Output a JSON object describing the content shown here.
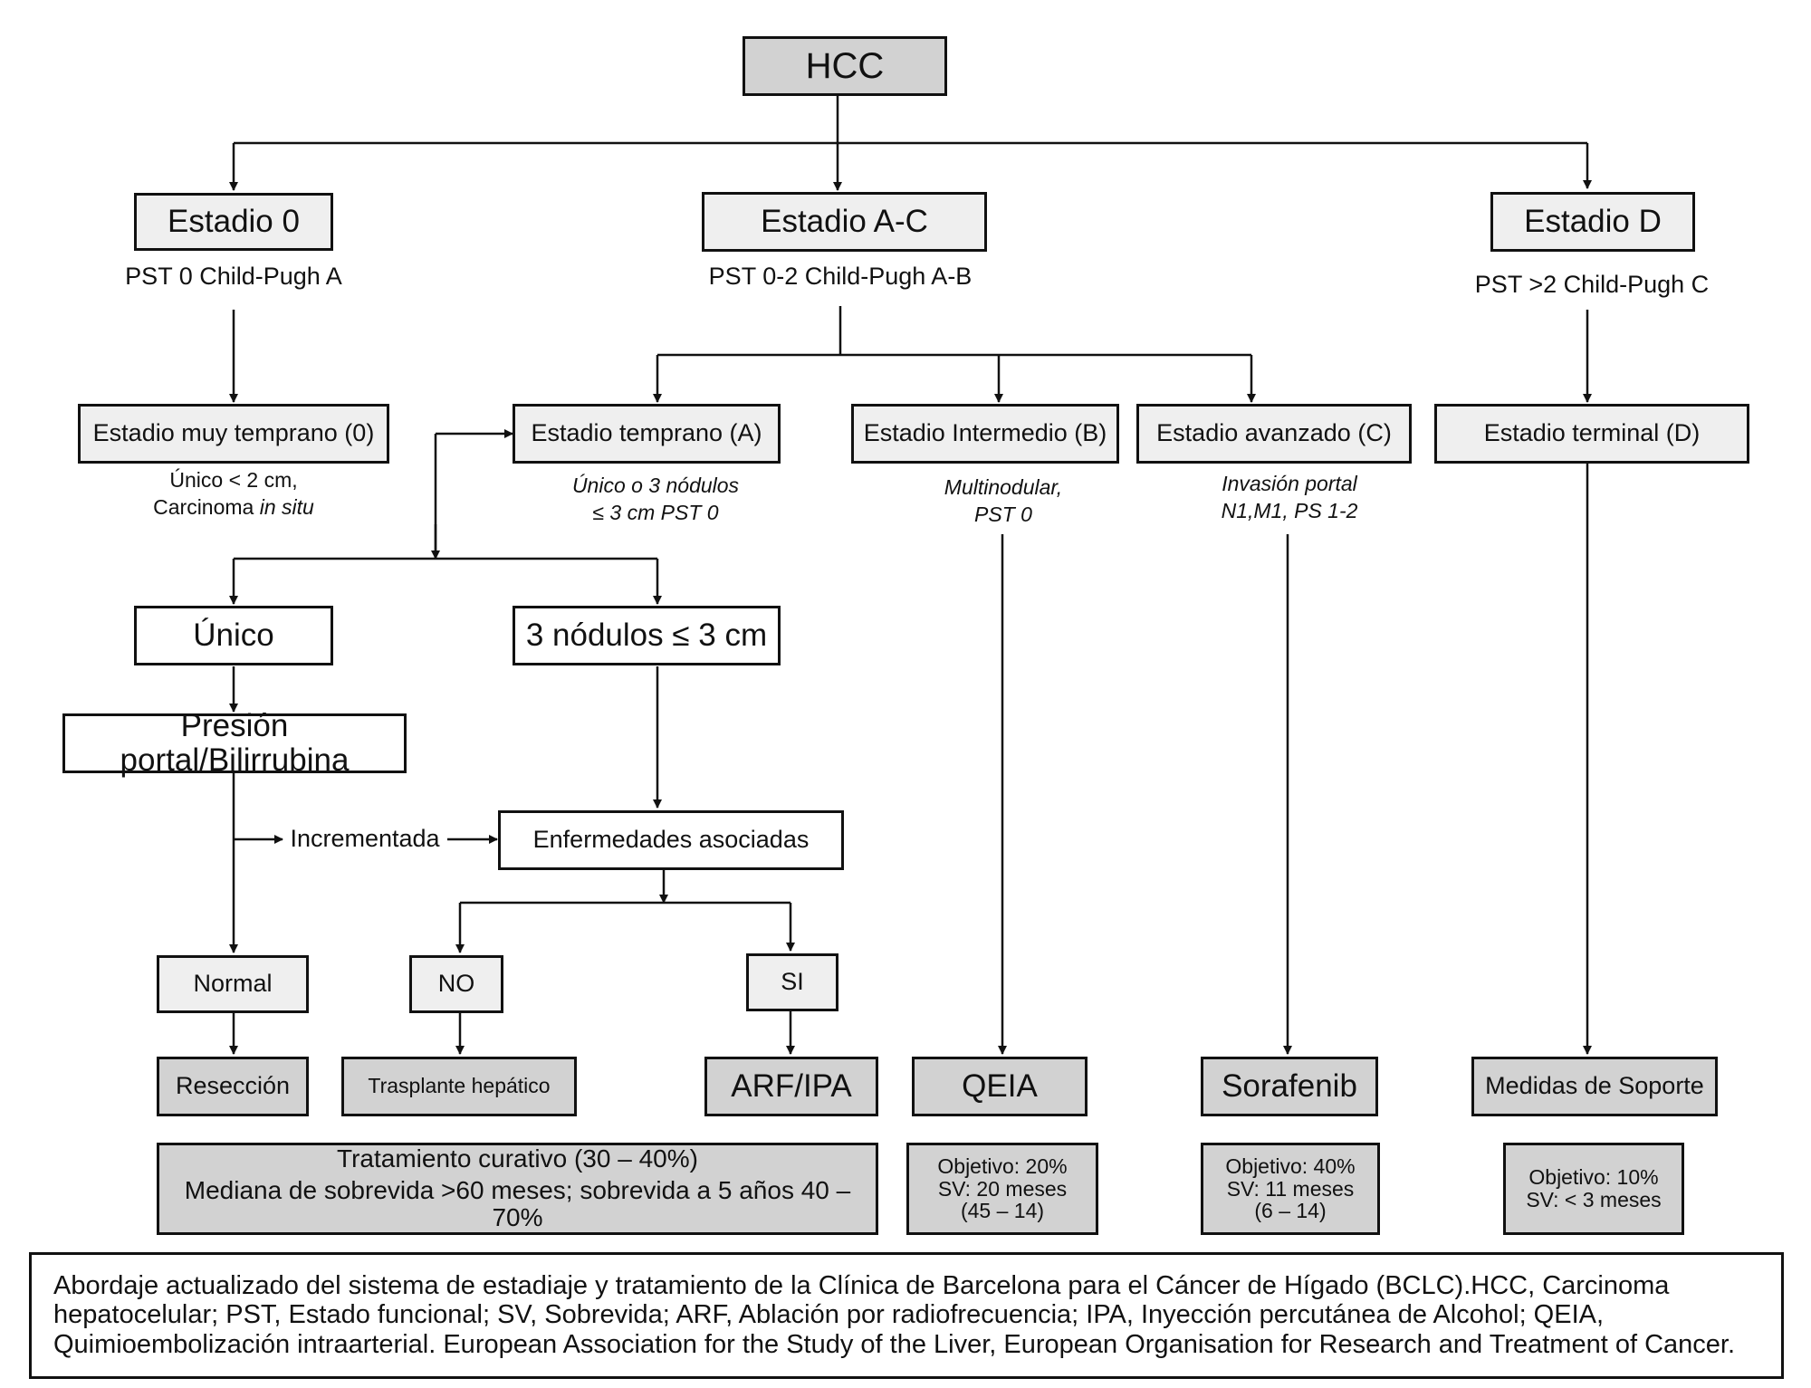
{
  "top": {
    "hcc": "HCC"
  },
  "stages": {
    "s0": {
      "title": "Estadio 0",
      "desc": "PST 0 Child-Pugh A"
    },
    "sac": {
      "title": "Estadio A-C",
      "desc": "PST 0-2 Child-Pugh A-B"
    },
    "sd": {
      "title": "Estadio D",
      "desc": "PST >2 Child-Pugh C"
    }
  },
  "substages": {
    "muy_temprano": {
      "title": "Estadio muy temprano (0)",
      "line1": "Único < 2 cm,",
      "line2_prefix": "Carcinoma ",
      "line2_italic": "in situ"
    },
    "temprano": {
      "title": "Estadio temprano (A)",
      "line1": "Único o 3 nódulos",
      "line2": "≤ 3 cm  PST 0"
    },
    "intermedio": {
      "title": "Estadio Intermedio (B)",
      "line1": "Multinodular,",
      "line2": "PST 0"
    },
    "avanzado": {
      "title": "Estadio avanzado (C)",
      "line1": "Invasión portal",
      "line2": "N1,M1, PS 1-2"
    },
    "terminal": {
      "title": "Estadio terminal (D)"
    }
  },
  "nodes": {
    "unico": "Único",
    "tres_nodulos": "3 nódulos ≤ 3 cm",
    "presion": "Presión portal/Bilirrubina",
    "incrementada": "Incrementada",
    "enfermedades": "Enfermedades asociadas",
    "normal": "Normal",
    "no": "NO",
    "si": "SI"
  },
  "treatments": {
    "reseccion": "Resección",
    "trasplante": "Trasplante hepático",
    "arf": "ARF/IPA",
    "qeia": "QEIA",
    "sorafenib": "Sorafenib",
    "soporte": "Medidas de Soporte"
  },
  "outcomes": {
    "curativo": {
      "line1": "Tratamiento curativo (30 – 40%)",
      "line2": "Mediana de sobrevida >60 meses; sobrevida a 5 años 40 – 70%"
    },
    "qeia": {
      "line1": "Objetivo: 20%",
      "line2": "SV: 20 meses",
      "line3": "(45 – 14)"
    },
    "sorafenib": {
      "line1": "Objetivo: 40%",
      "line2": "SV: 11 meses",
      "line3": "(6 – 14)"
    },
    "soporte": {
      "line1": "Objetivo: 10%",
      "line2": "SV: < 3 meses"
    }
  },
  "caption": {
    "line1": "Abordaje actualizado del sistema de estadiaje y tratamiento de la Clínica de Barcelona para el Cáncer de Hígado (BCLC).HCC, Carcinoma",
    "line2": "hepatocelular; PST, Estado funcional; SV, Sobrevida; ARF, Ablación por radiofrecuencia; IPA, Inyección percutánea de Alcohol; QEIA,",
    "line3": "Quimioembolización intraarterial. European Association for the Study of the Liver, European Organisation for Research and Treatment of Cancer."
  },
  "colors": {
    "line": "#111111",
    "box_gray": "#d2d2d2",
    "box_light": "#efefef"
  }
}
